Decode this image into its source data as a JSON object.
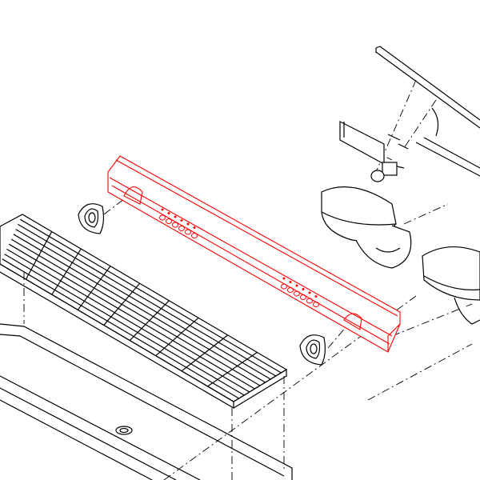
{
  "colors": {
    "highlight_part": "#ff0000",
    "line_art": "#000000",
    "background": "#ffffff"
  },
  "icons": [
    "grate",
    "drip-tray",
    "side-panel-bar",
    "knob",
    "cup",
    "bracket",
    "switch"
  ]
}
